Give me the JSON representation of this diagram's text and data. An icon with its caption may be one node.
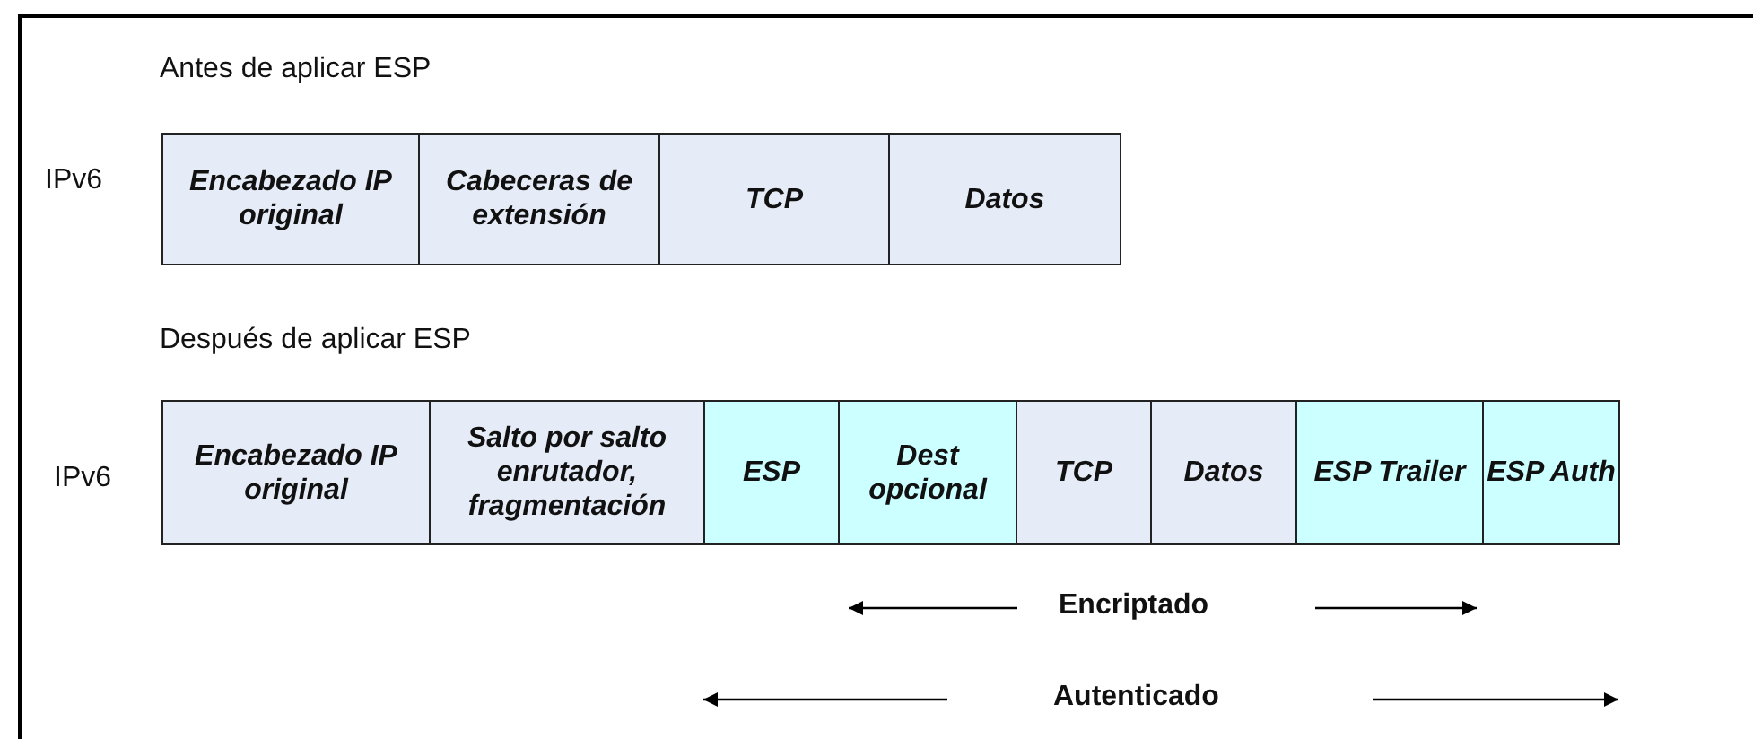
{
  "diagram": {
    "nodes": [
      {
        "text": [
          "Encabezado IP original"
        ]
      },
      {
        "text": [
          "Cabeceras de extensión"
        ]
      },
      {
        "text": [
          "TCP"
        ]
      },
      {
        "text": [
          "Datos"
        ]
      },
      {
        "text": [
          "Encabezado IP original"
        ]
      },
      {
        "text": [
          "Salto por salto enrutador, fragmentación"
        ]
      },
      {
        "text": [
          "ESP"
        ]
      },
      {
        "text": [
          "Dest opcional"
        ]
      },
      {
        "text": [
          "TCP"
        ]
      },
      {
        "text": [
          "Datos"
        ]
      },
      {
        "text": [
          "ESP Trailer"
        ]
      },
      {
        "text": [
          "ESP Auth"
        ]
      }
    ],
    "labels": [
      "Antes de aplicar ESP",
      "IPv6",
      "Después de aplicar ESP",
      "IPv6",
      "Encriptado",
      "Autenticado"
    ]
  }
}
